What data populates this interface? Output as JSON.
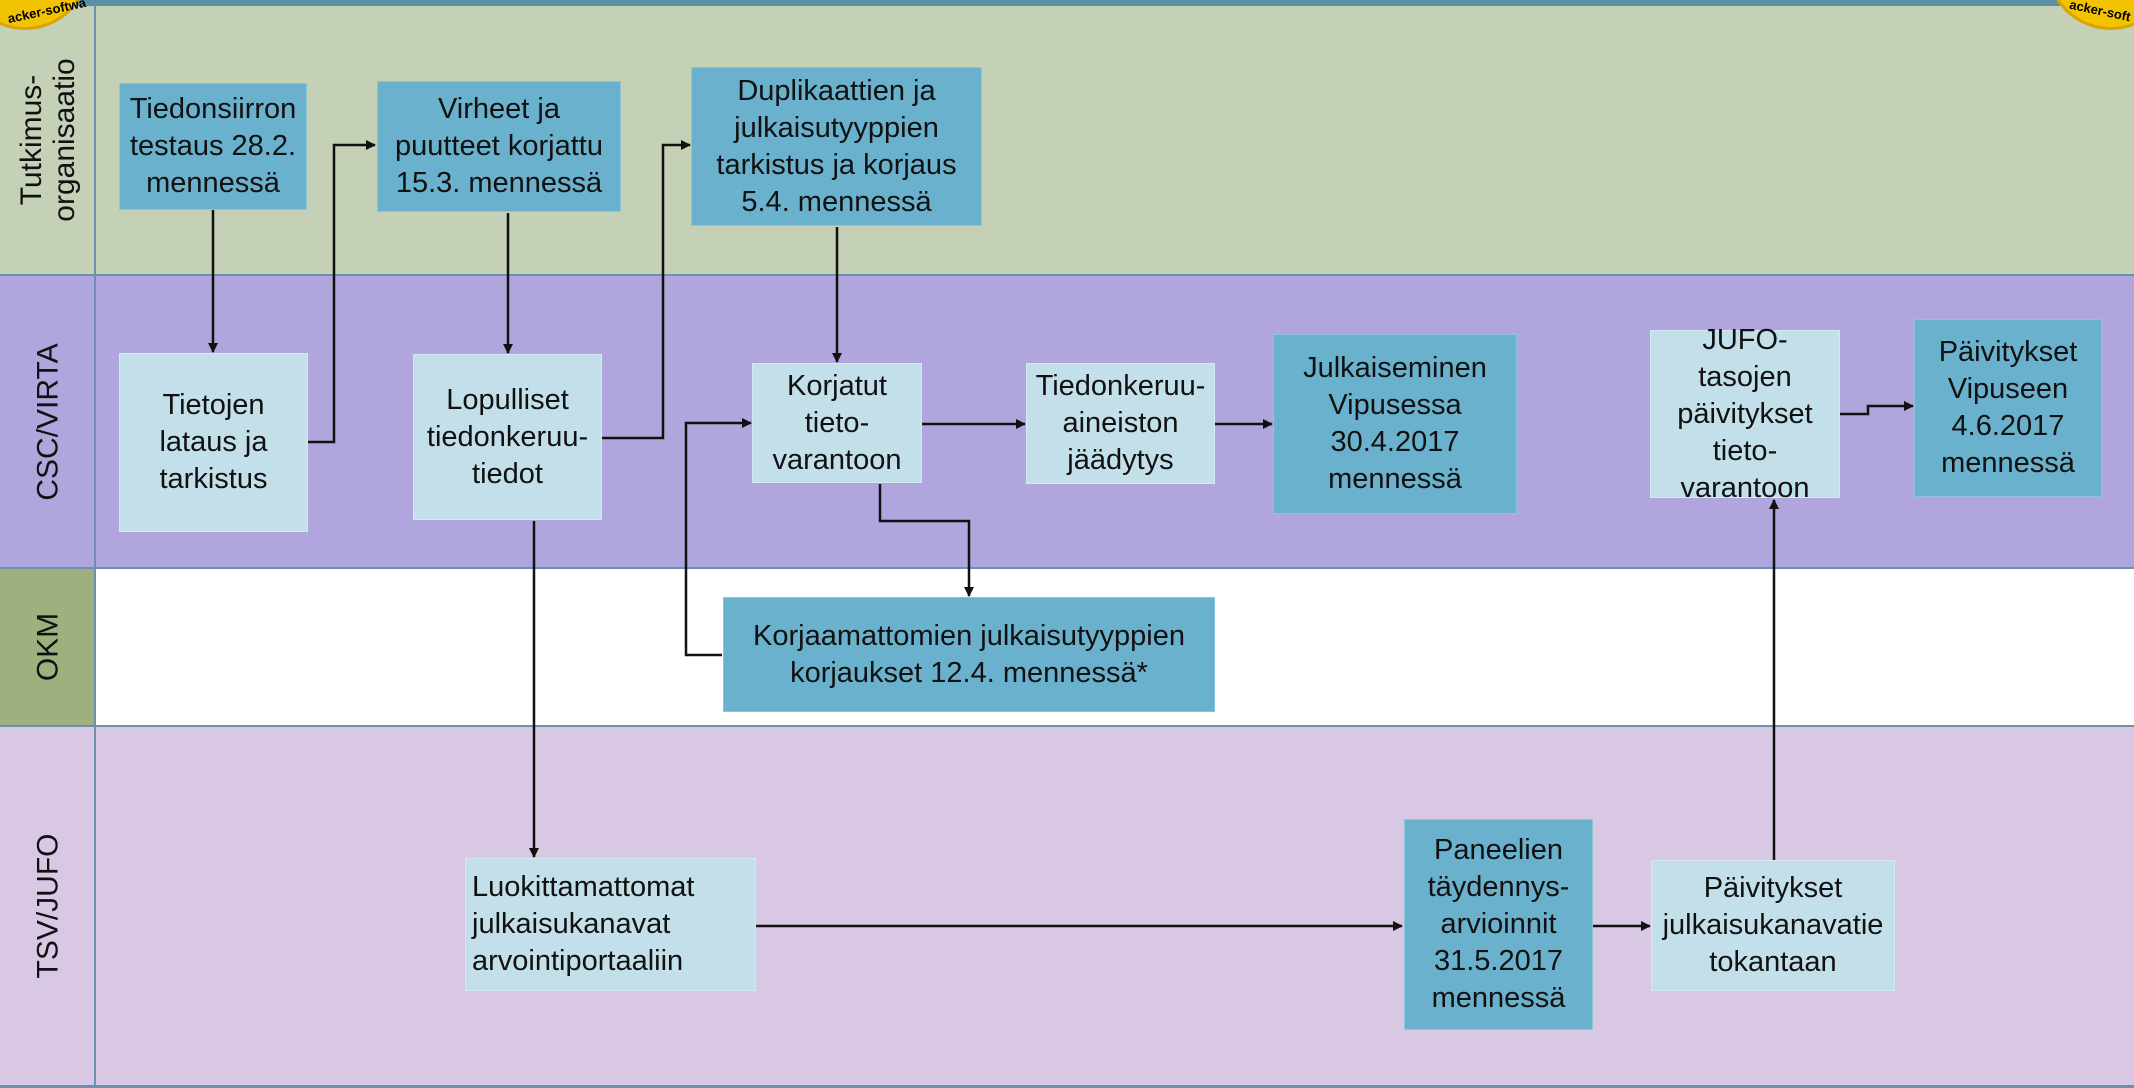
{
  "lanes": {
    "tutkimus": "Tutkimus-\norganisaatio",
    "csc": "CSC/VIRTA",
    "okm": "OKM",
    "tsv": "TSV/JUFO"
  },
  "badges": {
    "left": "acker-softwa",
    "right": "acker-soft"
  },
  "nodes": {
    "tiedonsiirron": "Tiedonsiirron\ntestaus 28.2.\nmennessä",
    "virheet": "Virheet ja\npuutteet korjattu\n15.3. mennessä",
    "duplikaattien": "Duplikaattien ja\njulkaisutyyppien\ntarkistus ja korjaus\n5.4. mennessä",
    "tietojen": "Tietojen\nlataus ja\ntarkistus",
    "lopulliset": "Lopulliset\ntiedonkeruu-\ntiedot",
    "korjatut": "Korjatut\ntieto-\nvarantoon",
    "tiedonkeruu_jaadytys": "Tiedonkeruu-\naineiston\njäädytys",
    "julkaiseminen": "Julkaiseminen\nVipusessa\n30.4.2017\nmennessä",
    "jufo_tasojen": "JUFO-tasojen\npäivitykset\ntieto-\nvarantoon",
    "paivitykset_vipuseen": "Päivitykset\nVipuseen\n4.6.2017\nmennessä",
    "korjaamattomien": "Korjaamattomien julkaisutyyppien\nkorjaukset 12.4. mennessä*",
    "luokittamattomat": "Luokittamattomat\njulkaisukanavat\narvointiportaaliin",
    "paneelien": "Paneelien\ntäydennys-\narvioinnit\n31.5.2017\nmennessä",
    "paivitykset_julkaisukanava": "Päivitykset\njulkaisukanavatie\ntokantaan"
  },
  "colors": {
    "lane_tutkimus": "#c4d1b6",
    "lane_csc": "#b0a6dd",
    "lane_okm": "#ffffff",
    "lane_tsv": "#d9c8e4",
    "okm_label_bg": "#9fb07f",
    "box_dark": "#6ab1cd",
    "box_light": "#c3e0ea",
    "arrow": "#111111"
  }
}
